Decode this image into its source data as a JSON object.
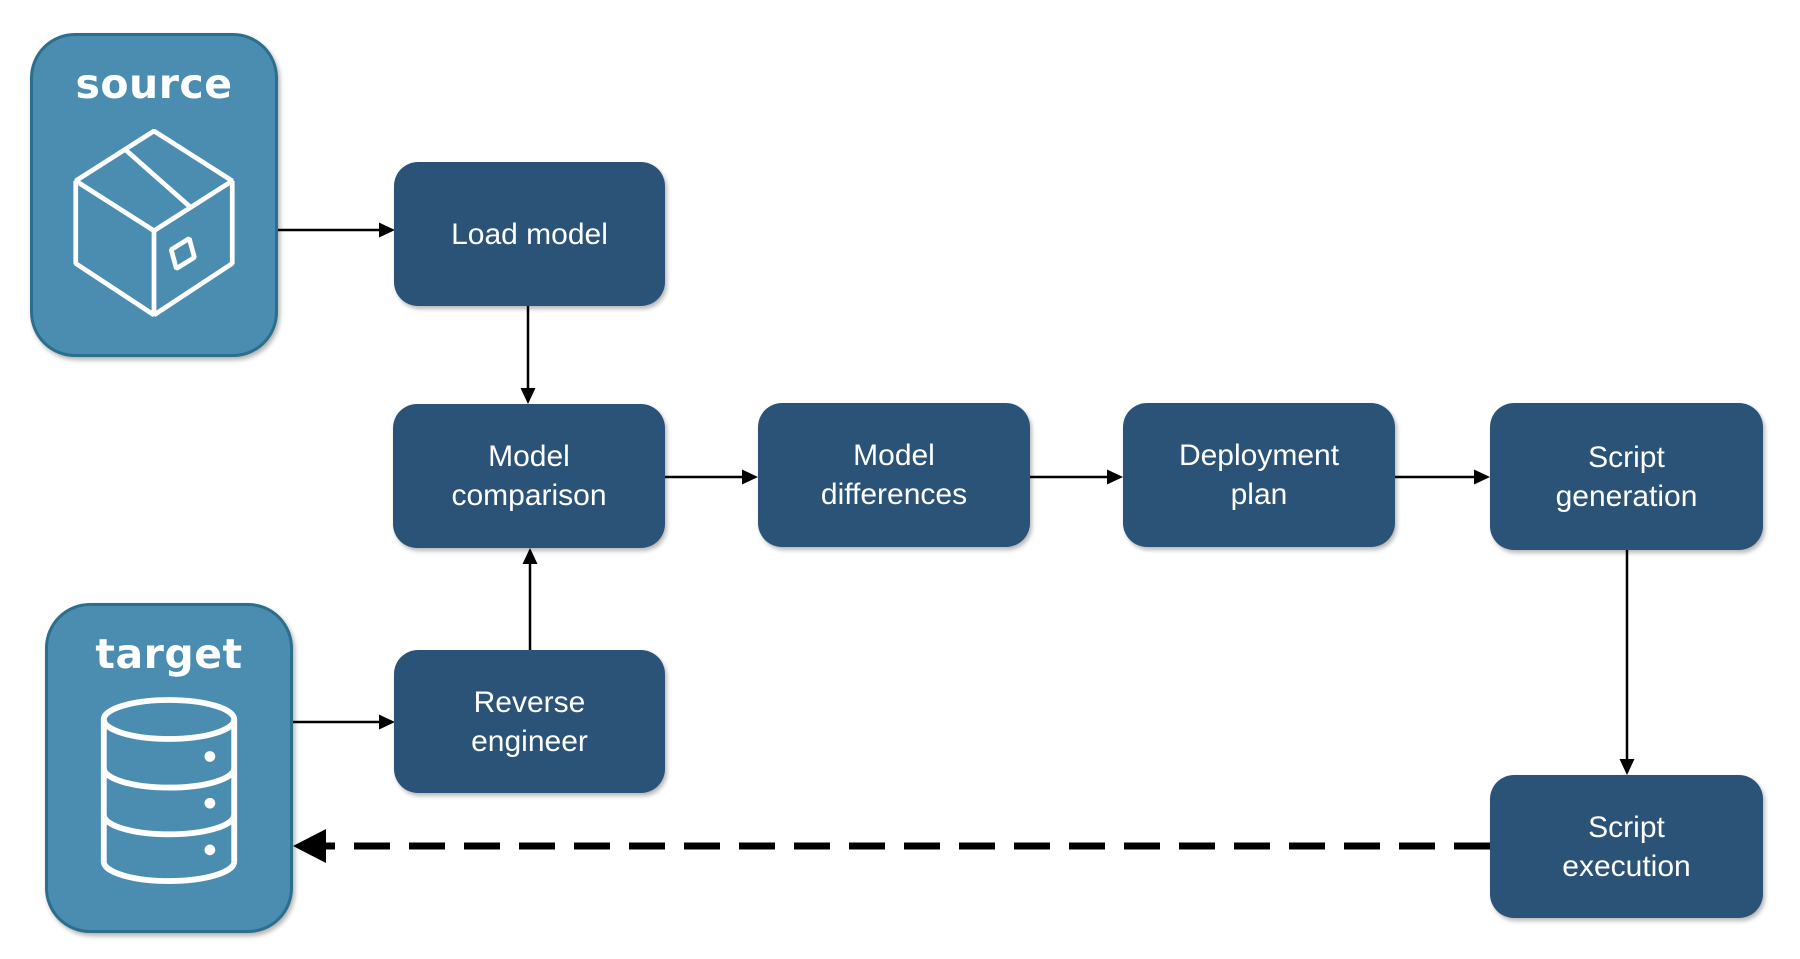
{
  "diagram": {
    "source_label": "source",
    "target_label": "target",
    "nodes": {
      "load_model": "Load model",
      "model_comparison": "Model\ncomparison",
      "model_differences": "Model\ndifferences",
      "deployment_plan": "Deployment\nplan",
      "script_generation": "Script\ngeneration",
      "reverse_engineer": "Reverse\nengineer",
      "script_execution": "Script\nexecution"
    },
    "icons": {
      "source": "package-icon",
      "target": "database-icon"
    },
    "colors": {
      "node_fill": "#2b5377",
      "node_text": "#ffffff",
      "endpoint_fill": "#4a8db0",
      "endpoint_border": "#2b6f8c",
      "endpoint_text": "#ffffff",
      "arrow": "#000000",
      "background": "#ffffff"
    },
    "connections": [
      {
        "from": "source",
        "to": "load_model",
        "style": "solid"
      },
      {
        "from": "load_model",
        "to": "model_comparison",
        "style": "solid"
      },
      {
        "from": "model_comparison",
        "to": "model_differences",
        "style": "solid"
      },
      {
        "from": "model_differences",
        "to": "deployment_plan",
        "style": "solid"
      },
      {
        "from": "deployment_plan",
        "to": "script_generation",
        "style": "solid"
      },
      {
        "from": "script_generation",
        "to": "script_execution",
        "style": "solid"
      },
      {
        "from": "target",
        "to": "reverse_engineer",
        "style": "solid"
      },
      {
        "from": "reverse_engineer",
        "to": "model_comparison",
        "style": "solid"
      },
      {
        "from": "script_execution",
        "to": "target",
        "style": "dashed"
      }
    ]
  }
}
